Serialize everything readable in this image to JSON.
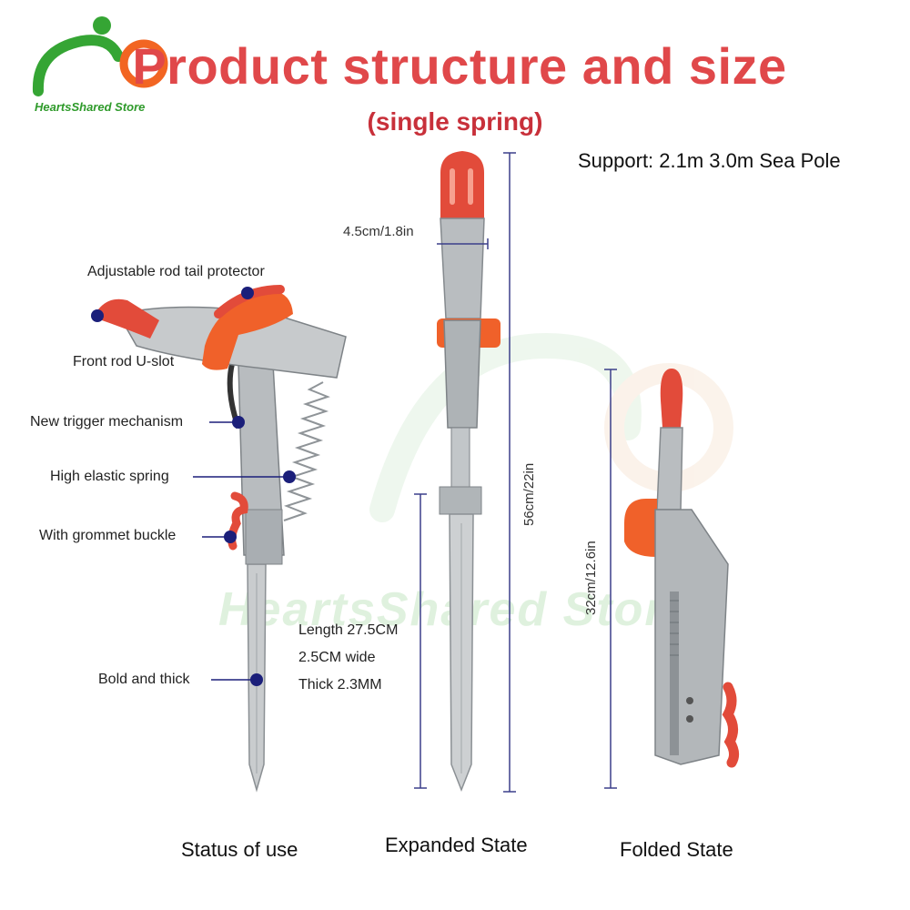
{
  "logo": {
    "brand_text": "HeartsShared Store"
  },
  "watermark": {
    "text": "HeartsShared Store"
  },
  "title": "Product structure and size",
  "subtitle": "(single spring)",
  "support": "Support: 2.1m 3.0m Sea Pole",
  "callouts": [
    "Adjustable rod tail protector",
    "Front rod U-slot",
    "New trigger mechanism",
    "High elastic spring",
    "With grommet buckle",
    "Bold and thick"
  ],
  "specs": [
    "Length 27.5CM",
    "2.5CM wide",
    "Thick 2.3MM"
  ],
  "dimensions": {
    "width": "4.5cm/1.8in",
    "expanded_length": "56cm/22in",
    "folded_length": "32cm/12.6in"
  },
  "captions": [
    "Status of use",
    "Expanded State",
    "Folded State"
  ],
  "colors": {
    "title": "#e0484a",
    "accent_orange": "#f0612a",
    "marker_navy": "#1b1f7a",
    "logo_green": "#35a534",
    "logo_orange": "#f26522"
  },
  "icons": [
    "logo-mark-icon",
    "callout-dot-icon"
  ]
}
